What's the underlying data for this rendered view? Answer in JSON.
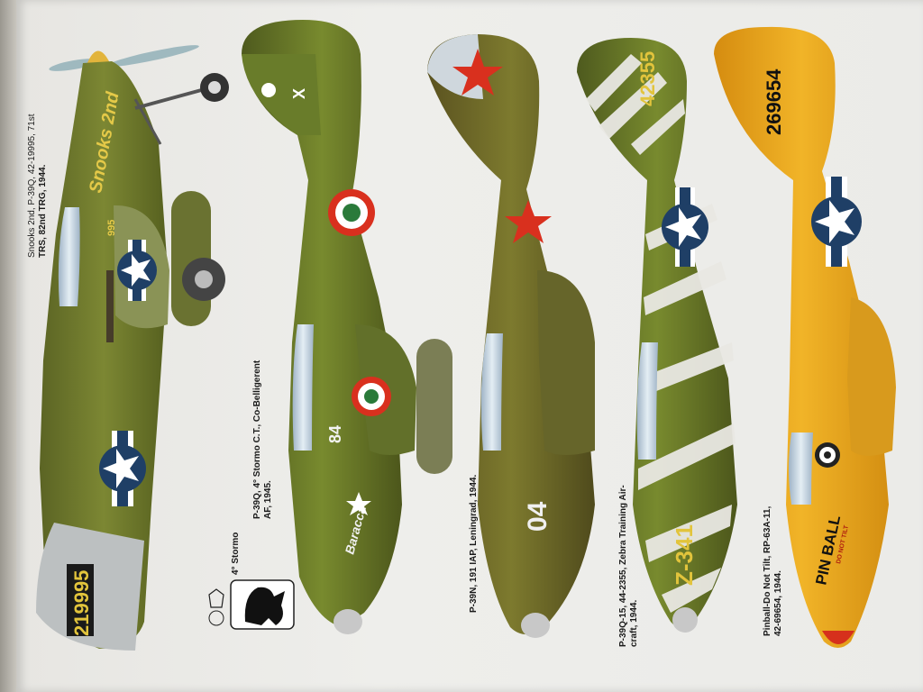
{
  "captions": {
    "plane1": [
      "Snooks 2nd,  P-39Q,  42-19995,  71st",
      "TRS, 82nd TRG, 1944."
    ],
    "plane2": [
      "P-39Q, 4° Stormo C.T., Co-Belligerent",
      "AF, 1945."
    ],
    "plane3": [
      "P-39N, 191 IAP, Leningrad, 1944."
    ],
    "plane4": [
      "P-39Q-15, 44-2355, Zebra Training Air-",
      "craft, 1944."
    ],
    "plane5": [
      "Pinball-Do  Not  Tilt,   RP-63A-11,",
      "42-69654, 1944."
    ]
  },
  "emblem": {
    "title": "4° Stormo"
  },
  "markings": {
    "plane1_tail": "219995",
    "plane1_nose_name": "Snooks 2nd",
    "plane1_small_code": "995",
    "plane2_tail": "X",
    "plane2_code": "84",
    "plane2_nose_name": "Baracca",
    "plane3_code": "04",
    "plane4_tail": "42355",
    "plane4_code": "Z-341",
    "plane5_tail": "269654",
    "plane5_nose_name": "PIN BALL",
    "plane5_nose_sub": "DO NOT TILT"
  },
  "colors": {
    "olive": "#6f7a2b",
    "olive_dark": "#545c22",
    "usaaf_blue": "#1f3f66",
    "soviet_red": "#d9301e",
    "italian_green": "#2a7a3a",
    "pinball_orange": "#e8a41c",
    "invasion_white": "#e9e8e3"
  }
}
